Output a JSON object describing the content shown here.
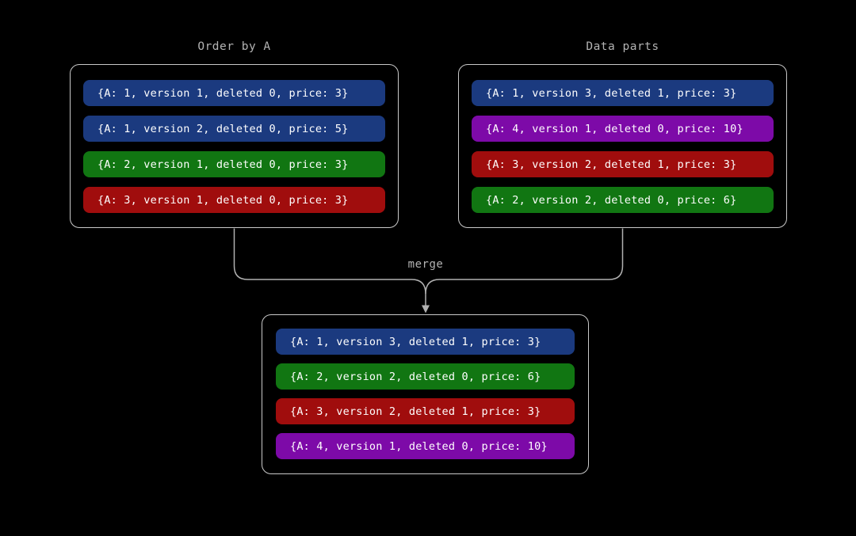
{
  "merge_label": "merge",
  "colors": {
    "background": "#000000",
    "box_border": "#c9c9c9",
    "connector": "#b1b1b1",
    "label_text": "#b3b3b3",
    "row_text": "#ffffff",
    "blue": "#1b3a7f",
    "green": "#117612",
    "red": "#a00d0d",
    "purple": "#7d0aa8"
  },
  "groups": [
    {
      "title": "Order by A",
      "rows": [
        {
          "text": "{A: 1, version 1, deleted 0, price: 3}",
          "color_name": "blue",
          "color": "#1b3a7f"
        },
        {
          "text": "{A: 1, version 2, deleted 0, price: 5}",
          "color_name": "blue",
          "color": "#1b3a7f"
        },
        {
          "text": "{A: 2, version 1, deleted 0, price: 3}",
          "color_name": "green",
          "color": "#117612"
        },
        {
          "text": "{A: 3, version 1, deleted 0, price: 3}",
          "color_name": "red",
          "color": "#a00d0d"
        }
      ]
    },
    {
      "title": "Data parts",
      "rows": [
        {
          "text": "{A: 1, version 3, deleted 1, price: 3}",
          "color_name": "blue",
          "color": "#1b3a7f"
        },
        {
          "text": "{A: 4, version 1, deleted 0, price: 10}",
          "color_name": "purple",
          "color": "#7d0aa8"
        },
        {
          "text": "{A: 3, version 2, deleted 1, price: 3}",
          "color_name": "red",
          "color": "#a00d0d"
        },
        {
          "text": "{A: 2, version 2, deleted 0, price: 6}",
          "color_name": "green",
          "color": "#117612"
        }
      ]
    },
    {
      "title": "",
      "rows": [
        {
          "text": "{A: 1, version 3, deleted 1, price: 3}",
          "color_name": "blue",
          "color": "#1b3a7f"
        },
        {
          "text": "{A: 2, version 2, deleted 0, price: 6}",
          "color_name": "green",
          "color": "#117612"
        },
        {
          "text": "{A: 3, version 2, deleted 1, price: 3}",
          "color_name": "red",
          "color": "#a00d0d"
        },
        {
          "text": "{A: 4, version 1, deleted 0, price: 10}",
          "color_name": "purple",
          "color": "#7d0aa8"
        }
      ]
    }
  ]
}
